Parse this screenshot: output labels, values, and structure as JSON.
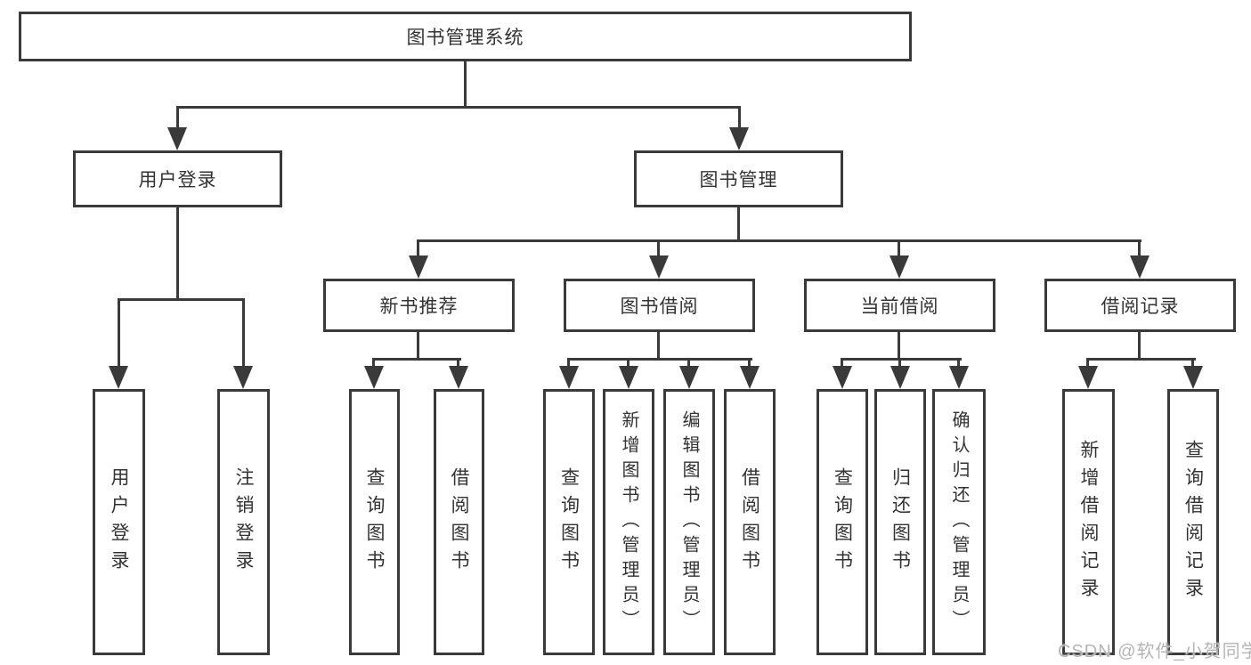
{
  "diagram": {
    "title": "图书管理系统",
    "colors": {
      "line": "#3a3a3a",
      "text": "#333333",
      "watermark": "#b5b5b5",
      "background": "#ffffff"
    },
    "watermark": "CSDN @软件_小贺同学",
    "nodes": {
      "root": {
        "label": "图书管理系统"
      },
      "login": {
        "label": "用户登录"
      },
      "mgmt": {
        "label": "图书管理"
      },
      "rec": {
        "label": "新书推荐"
      },
      "borrow": {
        "label": "图书借阅"
      },
      "current": {
        "label": "当前借阅"
      },
      "record": {
        "label": "借阅记录"
      },
      "leaf_login": {
        "label": "用户登录"
      },
      "leaf_logout": {
        "label": "注销登录"
      },
      "leaf_rec_query": {
        "label": "查询图书"
      },
      "leaf_rec_borrow": {
        "label": "借阅图书"
      },
      "leaf_bor_query": {
        "label": "查询图书"
      },
      "leaf_bor_add": {
        "label": "新增图书（管理员）"
      },
      "leaf_bor_edit": {
        "label": "编辑图书（管理员）"
      },
      "leaf_bor_borrow": {
        "label": "借阅图书"
      },
      "leaf_cur_query": {
        "label": "查询图书"
      },
      "leaf_cur_return": {
        "label": "归还图书"
      },
      "leaf_cur_confirm": {
        "label": "确认归还（管理员）"
      },
      "leaf_rcd_add": {
        "label": "新增借阅记录"
      },
      "leaf_rcd_query": {
        "label": "查询借阅记录"
      }
    },
    "structure": {
      "图书管理系统": {
        "用户登录": [
          "用户登录",
          "注销登录"
        ],
        "图书管理": {
          "新书推荐": [
            "查询图书",
            "借阅图书"
          ],
          "图书借阅": [
            "查询图书",
            "新增图书（管理员）",
            "编辑图书（管理员）",
            "借阅图书"
          ],
          "当前借阅": [
            "查询图书",
            "归还图书",
            "确认归还（管理员）"
          ],
          "借阅记录": [
            "新增借阅记录",
            "查询借阅记录"
          ]
        }
      }
    }
  }
}
